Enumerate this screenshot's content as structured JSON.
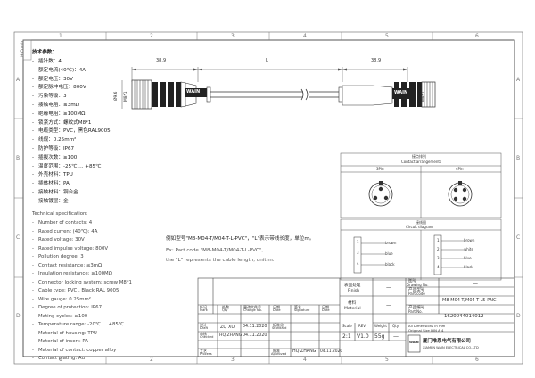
{
  "border": {
    "cols_top": [
      "1",
      "2",
      "3",
      "4",
      "5",
      "6"
    ],
    "cols_bottom": [
      "1",
      "2",
      "3",
      "4",
      "5",
      "6"
    ],
    "rows_left": [
      "A",
      "B",
      "C",
      "D"
    ],
    "rows_right": [
      "A",
      "B",
      "C",
      "D"
    ],
    "corner_stamp": "H-Comb"
  },
  "specs_cn_title": "技术参数：",
  "specs_cn": [
    "插针数：4",
    "额定电流(40℃)：4A",
    "额定电压：30V",
    "额定脉冲电压：800V",
    "污染等级：3",
    "接触电阻：≤3mΩ",
    "绝缘电阻：≥100MΩ",
    "锁紧方式：螺纹式M8*1",
    "电缆类型：PVC，黑色RAL9005",
    "线规：0.25mm²",
    "防护等级：IP67",
    "插拔次数：≥100",
    "温度范围：-25℃ ... +85℃",
    "外壳材料：TPU",
    "插体材料：PA",
    "接触材料：铜合金",
    "接触镀层：金"
  ],
  "specs_en_title": "Technical specification:",
  "specs_en": [
    "Number of contacts: 4",
    "Rated current (40℃): 4A",
    "Rated voltage: 30V",
    "Rated impulse voltage: 800V",
    "Pollution degree: 3",
    "Contact resistance: ≤3mΩ",
    "Insulation resistance: ≥100MΩ",
    "Connector locking system: screw M8*1",
    "Cable type: PVC , Black RAL 9005",
    "Wire gauge: 0.25mm²",
    "Degree of protection: IP67",
    "Mating cycles: ≥100",
    "Temperature range: -20℃ ... +85℃",
    "Material of housing: TPU",
    "Material of insert: PA",
    "Material of contact: copper alloy",
    "Contact plating: Au"
  ],
  "drawing": {
    "dim_left": "38.9",
    "dim_mid": "L",
    "dim_right": "38.9",
    "dia_left": "Ø9.6",
    "thread_left": "M8*1",
    "thread_right": "M8*1",
    "brand_left": "WAIN",
    "brand_right": "WAIN"
  },
  "contact": {
    "title_cn": "接点排列",
    "title_en": "Contact arrangements",
    "pin_left": "3Pin",
    "pin_right": "4Pin"
  },
  "circuit": {
    "title_cn": "接线图",
    "title_en": "Circuit diagram",
    "left_wires": [
      "brown",
      "blue",
      "black"
    ],
    "left_nums": [
      "1",
      "3",
      "4"
    ],
    "right_wires": [
      "brown",
      "white",
      "blue",
      "black"
    ],
    "right_nums": [
      "1",
      "2",
      "3",
      "4"
    ]
  },
  "example": {
    "cn": "例如型号\"M8-M04-T/M04-T-L-PVC\"，\"L\"表示带线长度，单位m。",
    "en1": "Ex: Part code \"M8-M04-T/M04-T-L-PVC\",",
    "en2": "the \"L\" represents the cable length, unit m."
  },
  "title_block": {
    "finish_label_cn": "表面处理",
    "finish_label_en": "Finish",
    "finish_value": "—",
    "material_label_cn": "材料",
    "material_label_en": "Material",
    "material_value": "—",
    "drawing_no_label_cn": "图号",
    "drawing_no_label_en": "Drawing No.",
    "drawing_no_value": "—",
    "part_code_label_cn": "产品型号",
    "part_code_label_en": "Part code",
    "part_code_value": "M8-M04-T/M04-T-L5-PNC",
    "part_no_label_cn": "产品编号",
    "part_no_label_en": "Part No.",
    "part_no_value": "1620044014012",
    "mark_cn": "标记",
    "mark_en": "Mark",
    "qty_cn": "处数",
    "qty_en": "Qty",
    "change_cn": "更改文件号",
    "change_en": "Change No.",
    "date_cn": "日期",
    "date_en": "Date",
    "sign_cn": "签名",
    "sign_en": "Signature",
    "draft_cn": "设计",
    "draft_en": "Draft",
    "drafter": "ZQ XU",
    "draft_date": "04.11.2020",
    "checked_cn": "审核",
    "checked_en": "Checked",
    "checker": "HQ ZHANG",
    "checked_date": "04.11.2020",
    "std_cn": "标准化",
    "std_en": "Standard",
    "process_cn": "工艺",
    "process_en": "Process",
    "approved_cn": "批准",
    "approved_en": "Approved",
    "approver": "HQ ZHANG",
    "approved_date": "04.11.2020",
    "scale_label_cn": "比例",
    "scale_label_en": "Scale",
    "scale_value": "2:1",
    "rev_label_cn": "版本",
    "rev_label_en": "REV.",
    "rev_value": "V1.0",
    "weight_label_cn": "重量",
    "weight_label_en": "Weight",
    "weight_value": "55g",
    "qty2_label_cn": "数量",
    "qty2_label_en": "Qty.",
    "qty2_value": "—",
    "size_note_1": "All Dimensions in mm",
    "size_note_2": "Original Size DIN A 4",
    "company_logo": "WAIN",
    "company_cn": "厦门唯恩电气有限公司",
    "company_en": "XIAMEN WAIN ELECTRICAL CO.,LTD"
  }
}
